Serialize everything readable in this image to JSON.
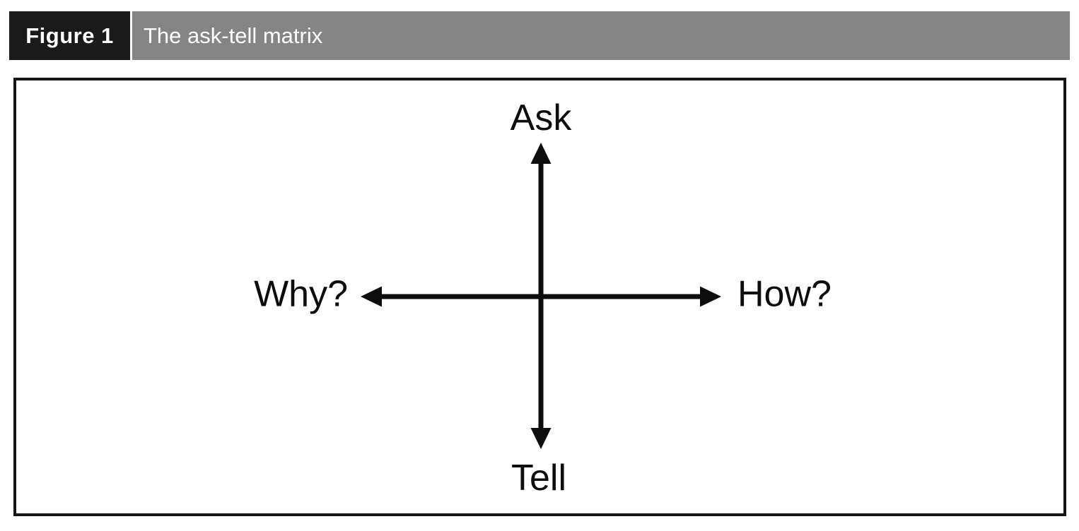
{
  "figure_header": {
    "label": "Figure 1",
    "title": "The ask-tell matrix",
    "label_bg_color": "#1a1a1a",
    "title_bar_bg_color": "#858585",
    "text_color": "#ffffff"
  },
  "diagram": {
    "type": "axes-matrix",
    "top_label": "Ask",
    "bottom_label": "Tell",
    "left_label": "Why?",
    "right_label": "How?",
    "line_color": "#0d0d0d",
    "panel_border_color": "#161616",
    "panel_bg_color": "#ffffff"
  }
}
